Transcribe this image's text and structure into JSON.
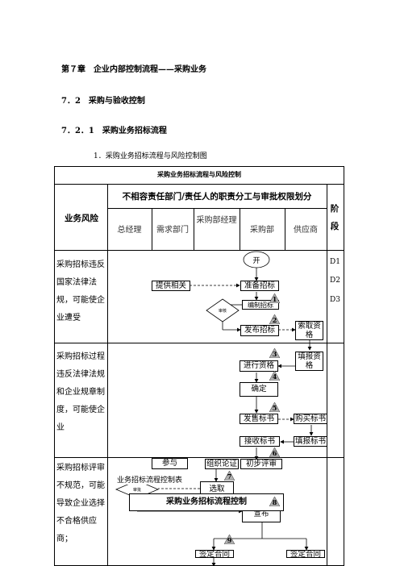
{
  "headings": {
    "chapter": "第７章　企业内部控制流程——采购业务",
    "section": "7．2　采购与验收控制",
    "subsection": "7．2．1　采购业务招标流程",
    "caption": "1．采购业务招标流程与风险控制图"
  },
  "table": {
    "title": "采购业务招标流程与风险控制",
    "risk_header": "业务风险",
    "resp_header": "不相容责任部门/责任人的职责分工与审批权限划分",
    "stage_header": "阶段",
    "columns": [
      "总经理",
      "需求部门",
      "采购部经理",
      "采购部",
      "供应商"
    ],
    "risks": [
      "采购招标违反国家法律法规，可能使企业遭受",
      "采购招标过程违反法律法规和企业规章制度，可能使企业",
      "采购招标评审不规范，可能导致企业选择不合格供应商；"
    ],
    "stages": [
      "D1",
      "D2",
      "D3"
    ]
  },
  "flow": {
    "start": "开",
    "boxes": {
      "provide": "提供相关",
      "prepare": "准备招标",
      "compile": "编制招标",
      "review": "审核",
      "publish": "发布招标",
      "request_docs": "索取资格",
      "prequal": "进行资格",
      "fill_docs": "填报资格",
      "confirm": "确定",
      "sell": "发售标书",
      "buy": "购买标书",
      "receive": "接收标书",
      "fill_bid": "填报标书",
      "join": "参与",
      "organize": "组织论证",
      "initial": "初步评审",
      "select": "选取",
      "approve": "审批",
      "announce": "宣布",
      "sign_a": "签定合同",
      "sign_b": "签定合同"
    },
    "steps": [
      "1",
      "2",
      "3",
      "4",
      "5",
      "6",
      "7",
      "8",
      "9"
    ],
    "overlay_title": "采购业务招标流程控制",
    "overlay_fragment": "业务招标流程控制表"
  },
  "colors": {
    "step_fill": "#b0b0b0",
    "line": "#000000"
  }
}
